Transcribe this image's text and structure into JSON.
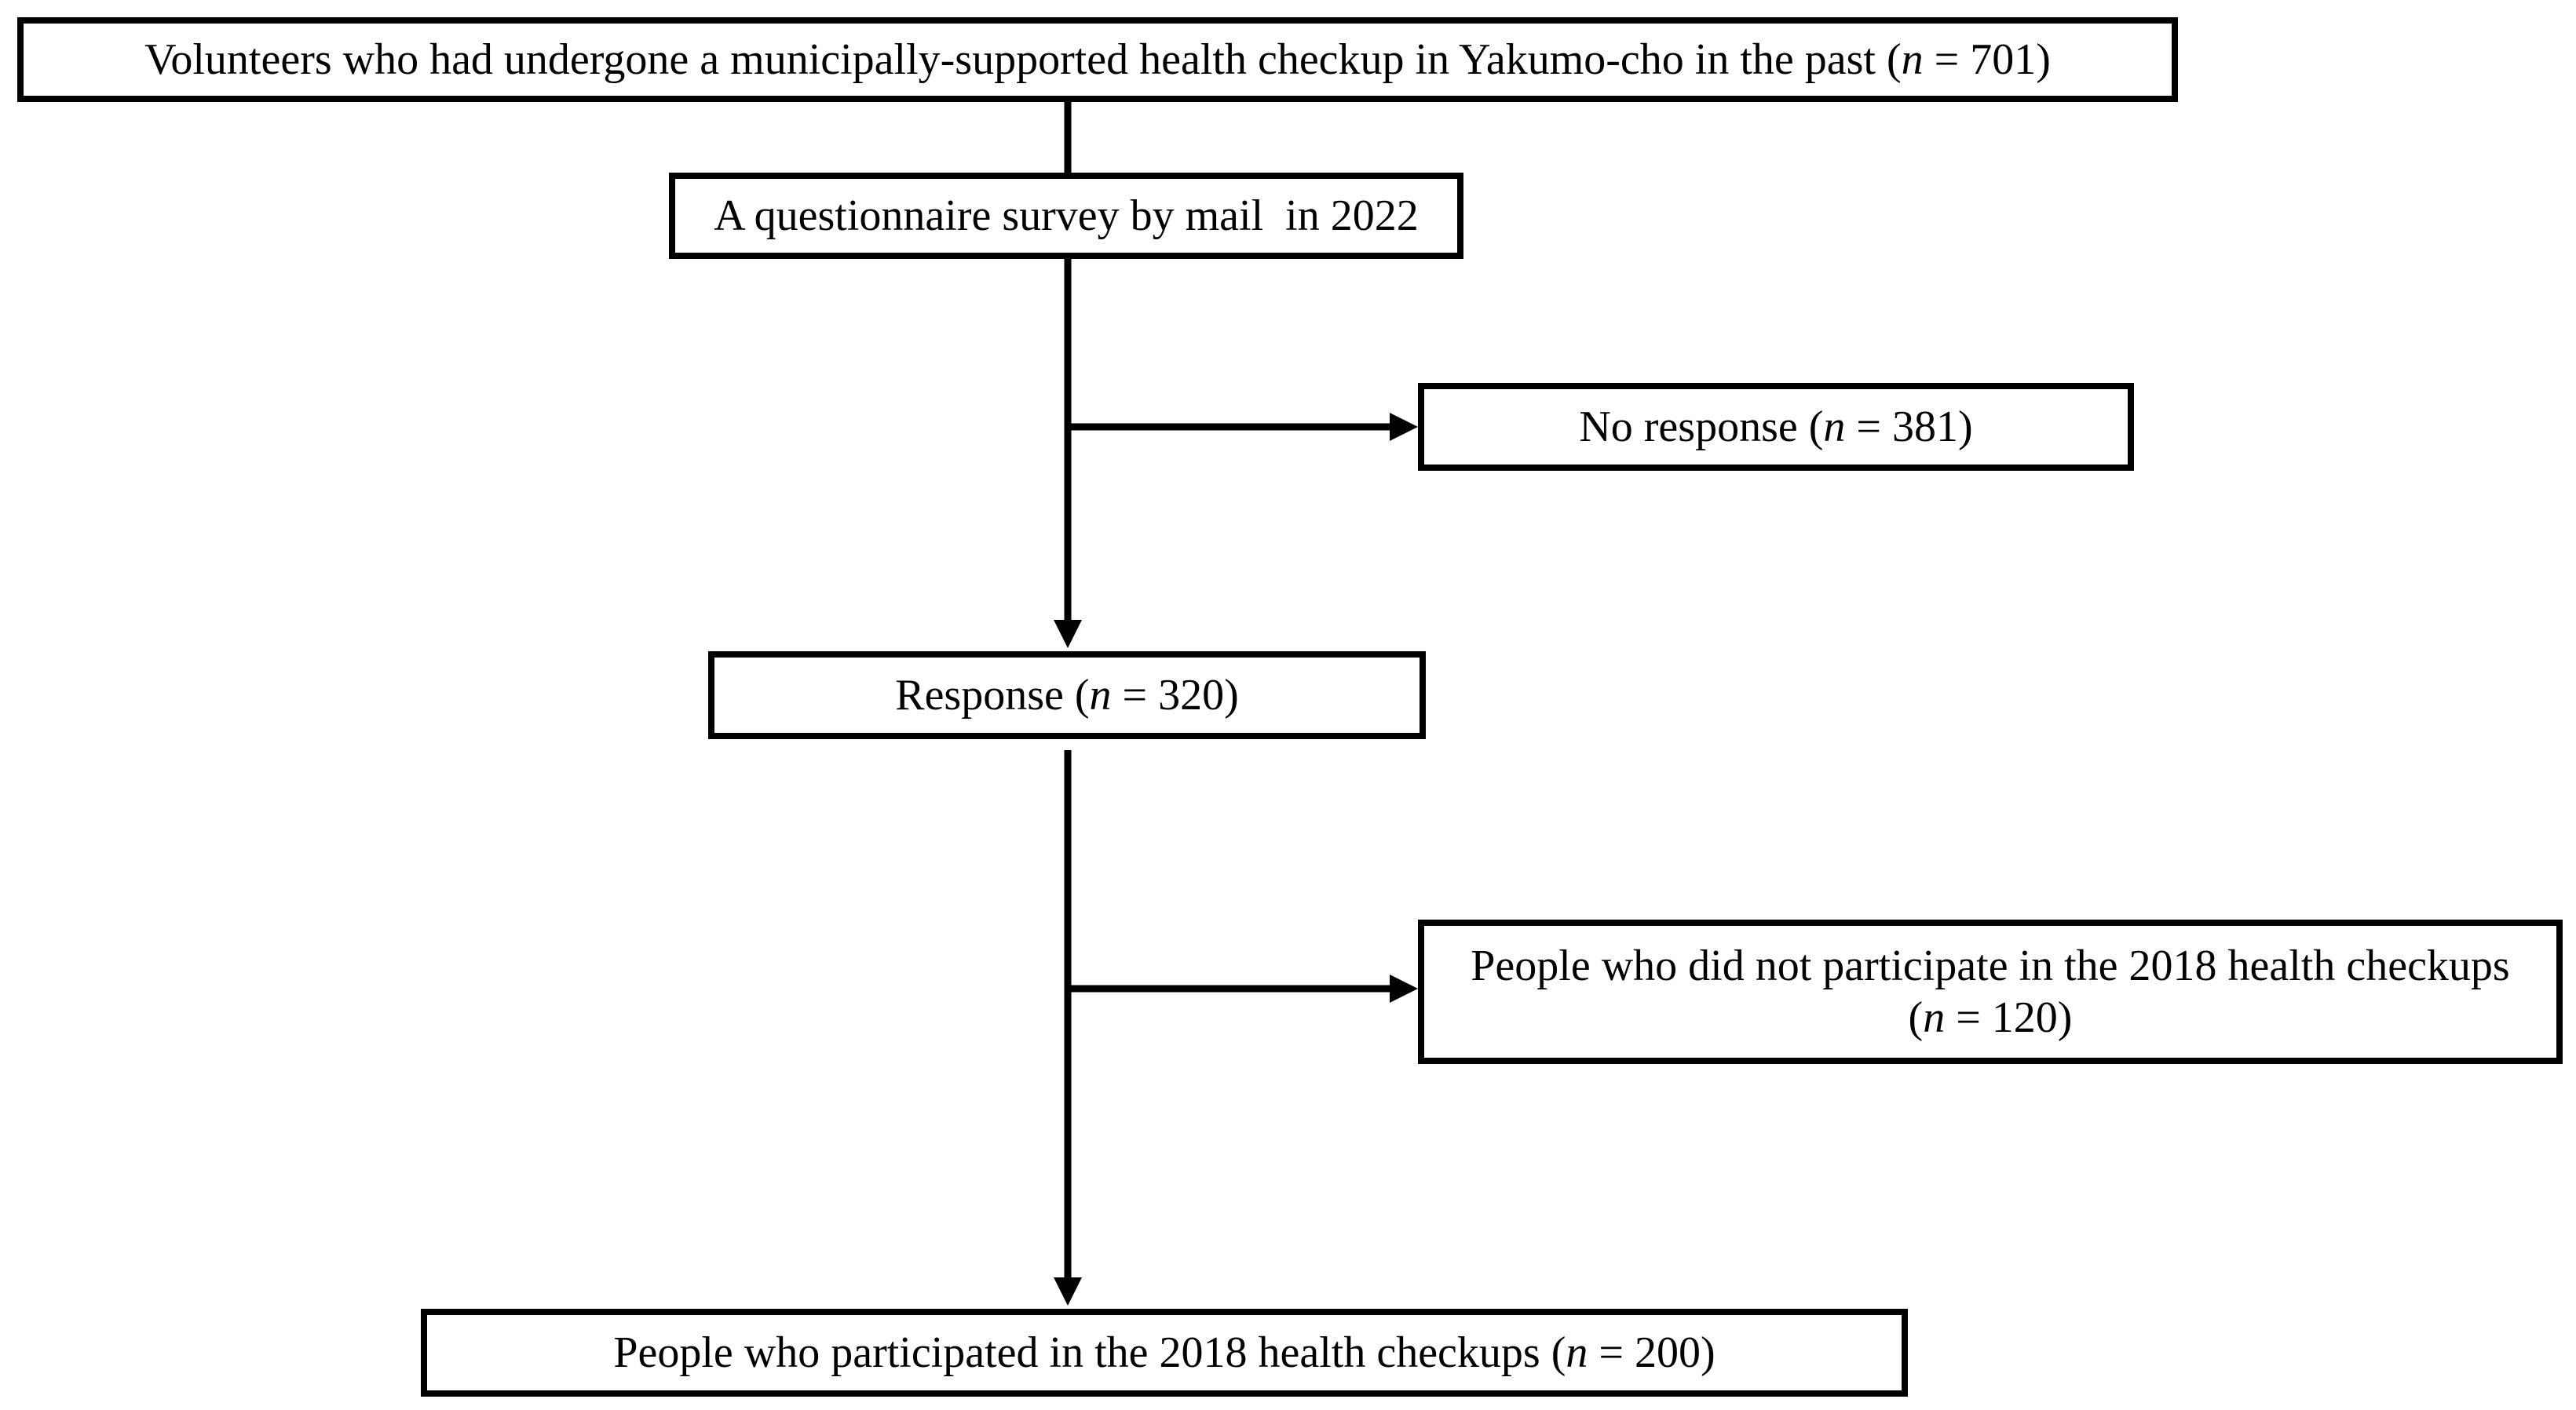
{
  "flowchart": {
    "nodes": {
      "start": {
        "text": "Volunteers who had undergone a municipally-supported health checkup in Yakumo-cho in the past",
        "n_label": "n",
        "n_value": "701"
      },
      "survey": {
        "text": "A questionnaire survey by mail  in 2022"
      },
      "no_response": {
        "text": "No response",
        "n_label": "n",
        "n_value": "381"
      },
      "response": {
        "text": "Response",
        "n_label": "n",
        "n_value": "320"
      },
      "not_participated": {
        "text": "People who did not participate in the 2018 health checkups",
        "n_label": "n",
        "n_value": "120"
      },
      "participated": {
        "text": "People who participated in the 2018 health checkups",
        "n_label": "n",
        "n_value": "200"
      }
    },
    "edges": [
      {
        "from": "start",
        "to": "survey",
        "arrow": false
      },
      {
        "from": "survey",
        "to": "response",
        "arrow": true
      },
      {
        "from": "survey",
        "to": "no_response",
        "arrow": true
      },
      {
        "from": "response",
        "to": "participated",
        "arrow": true
      },
      {
        "from": "response",
        "to": "not_participated",
        "arrow": true
      }
    ]
  }
}
